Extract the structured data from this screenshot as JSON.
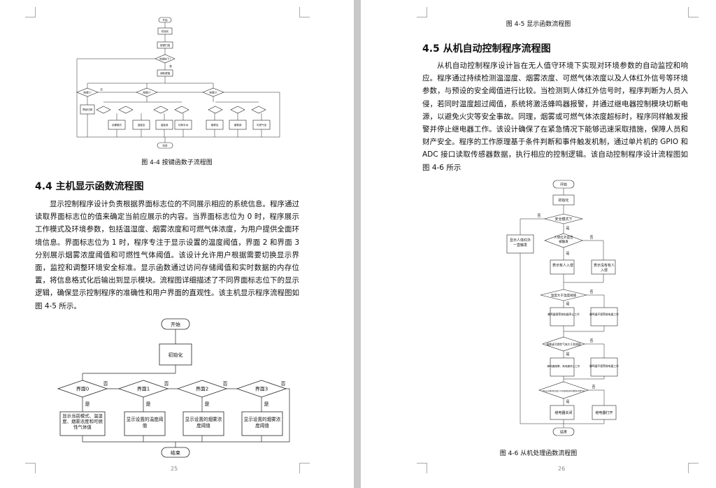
{
  "left_page": {
    "figure_4_4": {
      "caption": "图 4-4 按键函数子流程图",
      "start": "开始",
      "init": "初始化",
      "scan": "按键扫描",
      "key_pressed": "有键按下?",
      "read_key": "读取键值",
      "key_branches": [
        "按键1?",
        "按键2?",
        "按键3?"
      ],
      "yes": "是",
      "no": "否",
      "action_switch": "界面切换",
      "mini_boxes": [
        "设置模式",
        "温度加",
        "温度减",
        "切换手动",
        "烟雾加",
        "烟雾减",
        "可燃气加"
      ],
      "end": "结束"
    },
    "section_title": "4.4 主机显示函数流程图",
    "paragraph": "显示控制程序设计负责根据界面标志位的不同展示相应的系统信息。程序通过读取界面标志位的值来确定当前应展示的内容。当界面标志位为 0 时，程序展示工作模式及环境参数，包括温湿度、烟雾浓度和可燃气体浓度，为用户提供全面环境信息。界面标志位为 1 时，程序专注于显示设置的温度阈值，界面 2 和界面 3 分别展示烟雾浓度阈值和可燃性气体阈值。该设计允许用户根据需要切换显示界面，监控和调整环境安全标准。显示函数通过访问存储阈值和实时数据的内存位置，将信息格式化后输出到显示模块。流程图详细描述了不同界面标志位下的显示逻辑，确保显示控制程序的准确性和用户界面的直观性。该主机显示程序流程图如图 4-5 所示。",
    "figure_4_5": {
      "start": "开始",
      "init": "初始化",
      "decisions": [
        "界面0",
        "界面1",
        "界面2",
        "界面3"
      ],
      "yes": "是",
      "no": "否",
      "actions": [
        "显示当前模式、温湿度、烟雾浓度和可燃性气体值",
        "显示设置的温度阈值",
        "显示设置的烟雾浓度阈值",
        "显示设置的烟雾浓度阈值"
      ],
      "end": "结束"
    },
    "page_number": "25"
  },
  "right_page": {
    "top_caption": "图 4-5 显示函数流程图",
    "section_title": "4.5 从机自动控制程序流程图",
    "paragraph": "从机自动控制程序设计旨在无人值守环境下实现对环境参数的自动监控和响应。程序通过持续检测温湿度、烟雾浓度、可燃气体浓度以及人体红外信号等环境参数，与预设的安全阈值进行比较。当检测到人体红外信号时，程序判断为人员入侵，若同时温度超过阈值，系统将激活蜂鸣器报警，并通过继电器控制模块切断电源，以避免火灾等安全事故。同理，烟雾或可燃气体浓度超标时，程序同样触发报警并停止继电器工作。该设计确保了在紧急情况下能够迅速采取措施，保障人员和财产安全。程序的工作原理基于条件判断和事件触发机制，通过单片机的 GPIO 和 ADC 接口读取传感器数据，执行相应的控制逻辑。该自动控制程序设计流程图如图 4-6 所示",
    "figure_4_6": {
      "start": "开始",
      "init": "初始化",
      "safe_mode": "安全模式下",
      "infrared": "人体红外是否被触发",
      "show_infrared": "显示人体红外一直触发",
      "intruded": "表示有人入侵",
      "safe": "表示没有有人入侵",
      "temp_check": "温度大于温度阈值",
      "alarm_relay_stop": "蜂鸣器报警继电器停止工作",
      "no_alarm_relay_work": "蜂鸣器不报警继电器工作",
      "gas_check": "烟雾或可燃性气体大于其阈值",
      "alarm_relay_stop2": "蜂鸣器报警，继电器停止工作",
      "no_alarm_relay_work2": "蜂鸣器不报警继电器工作",
      "combo_check": "不在安全模式且温度小于温度阈值且有烟雾和可燃气体",
      "relay_off": "继电器关闭",
      "relay_on": "继电器打开",
      "end": "结束",
      "yes": "是",
      "no": "否"
    },
    "caption": "图 4-6 从机处理函数流程图",
    "page_number": "26"
  }
}
